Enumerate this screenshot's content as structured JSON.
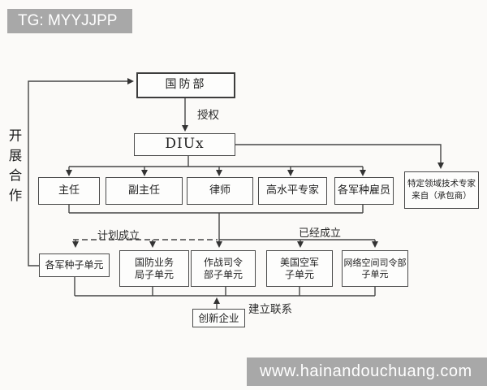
{
  "badge": {
    "text": "TG: MYYJJPP"
  },
  "watermark": {
    "text": "www.hainandouchuang.com"
  },
  "diagram": {
    "left_note": "开展合作",
    "dod_label": "国防部",
    "authorize_label": "授权",
    "diux_label": "DIUx",
    "staff": [
      "主任",
      "副主任",
      "律师",
      "高水平专家",
      "各军种雇员"
    ],
    "contractor": {
      "line1": "特定领域技术专家",
      "line2": "来自（承包商）"
    },
    "planned_label": "计划成立",
    "established_label": "已经成立",
    "subunits": [
      {
        "line1": "各军种子单元",
        "line2": ""
      },
      {
        "line1": "国防业务",
        "line2": "局子单元"
      },
      {
        "line1": "作战司令",
        "line2": "部子单元"
      },
      {
        "line1": "美国空军",
        "line2": "子单元"
      },
      {
        "line1": "网络空间司令部",
        "line2": "子单元"
      }
    ],
    "contact_label": "建立联系",
    "startup_label": "创新企业"
  }
}
